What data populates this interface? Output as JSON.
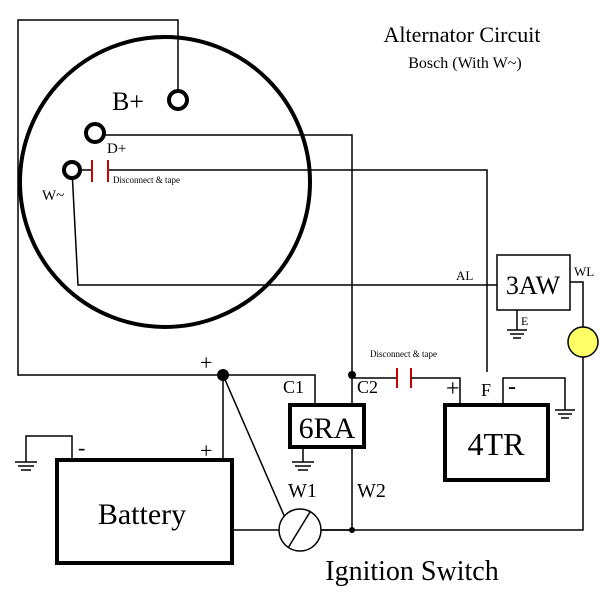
{
  "title": "Alternator Circuit",
  "subtitle": "Bosch (With W~)",
  "labels": {
    "b_plus": "B+",
    "d_plus": "D+",
    "w_tilde": "W~",
    "disconnect_1": "Disconnect & tape",
    "disconnect_2": "Disconnect & tape",
    "al": "AL",
    "wl": "WL",
    "e": "E",
    "plus_main": "+",
    "c1": "C1",
    "c2": "C2",
    "plus_4tr": "+",
    "f": "F",
    "minus_4tr": "-",
    "w1": "W1",
    "w2": "W2",
    "battery_minus": "-",
    "battery_plus": "+"
  },
  "components": {
    "relay_6ra": "6RA",
    "relay_3aw": "3AW",
    "relay_4tr": "4TR",
    "battery": "Battery",
    "ignition_switch": "Ignition Switch"
  },
  "colors": {
    "wire": "#000000",
    "capacitor": "#cc0000",
    "lamp": "#ffff66"
  }
}
